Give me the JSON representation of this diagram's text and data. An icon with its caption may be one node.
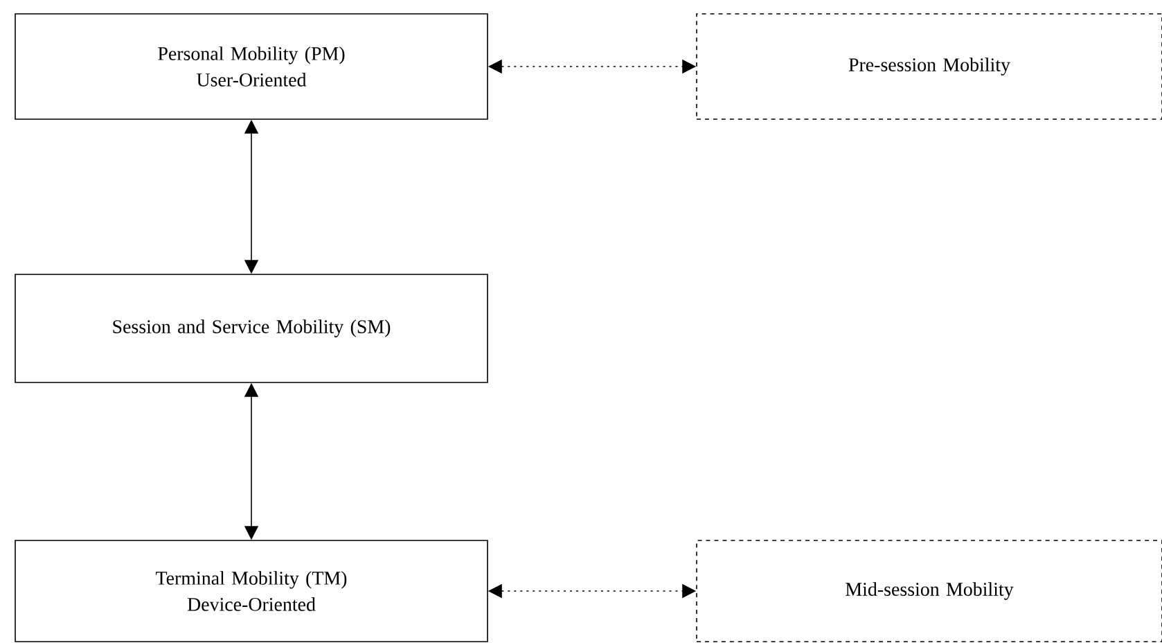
{
  "diagram": {
    "nodes": [
      {
        "text": [
          "Personal Mobility (PM)",
          "User-Oriented"
        ]
      },
      {
        "text": [
          "Pre-session Mobility"
        ]
      },
      {
        "text": [
          "Session and Service Mobility (SM)"
        ]
      },
      {
        "text": [
          "Terminal Mobility (TM)",
          "Device-Oriented"
        ]
      },
      {
        "text": [
          "Mid-session Mobility"
        ]
      }
    ],
    "edges": [
      {
        "from": 0,
        "to": 1,
        "arrow": "both",
        "style": "dashed"
      },
      {
        "from": 0,
        "to": 2,
        "arrow": "both"
      },
      {
        "from": 2,
        "to": 3,
        "arrow": "both"
      },
      {
        "from": 3,
        "to": 4,
        "arrow": "both",
        "style": "dashed"
      }
    ]
  }
}
